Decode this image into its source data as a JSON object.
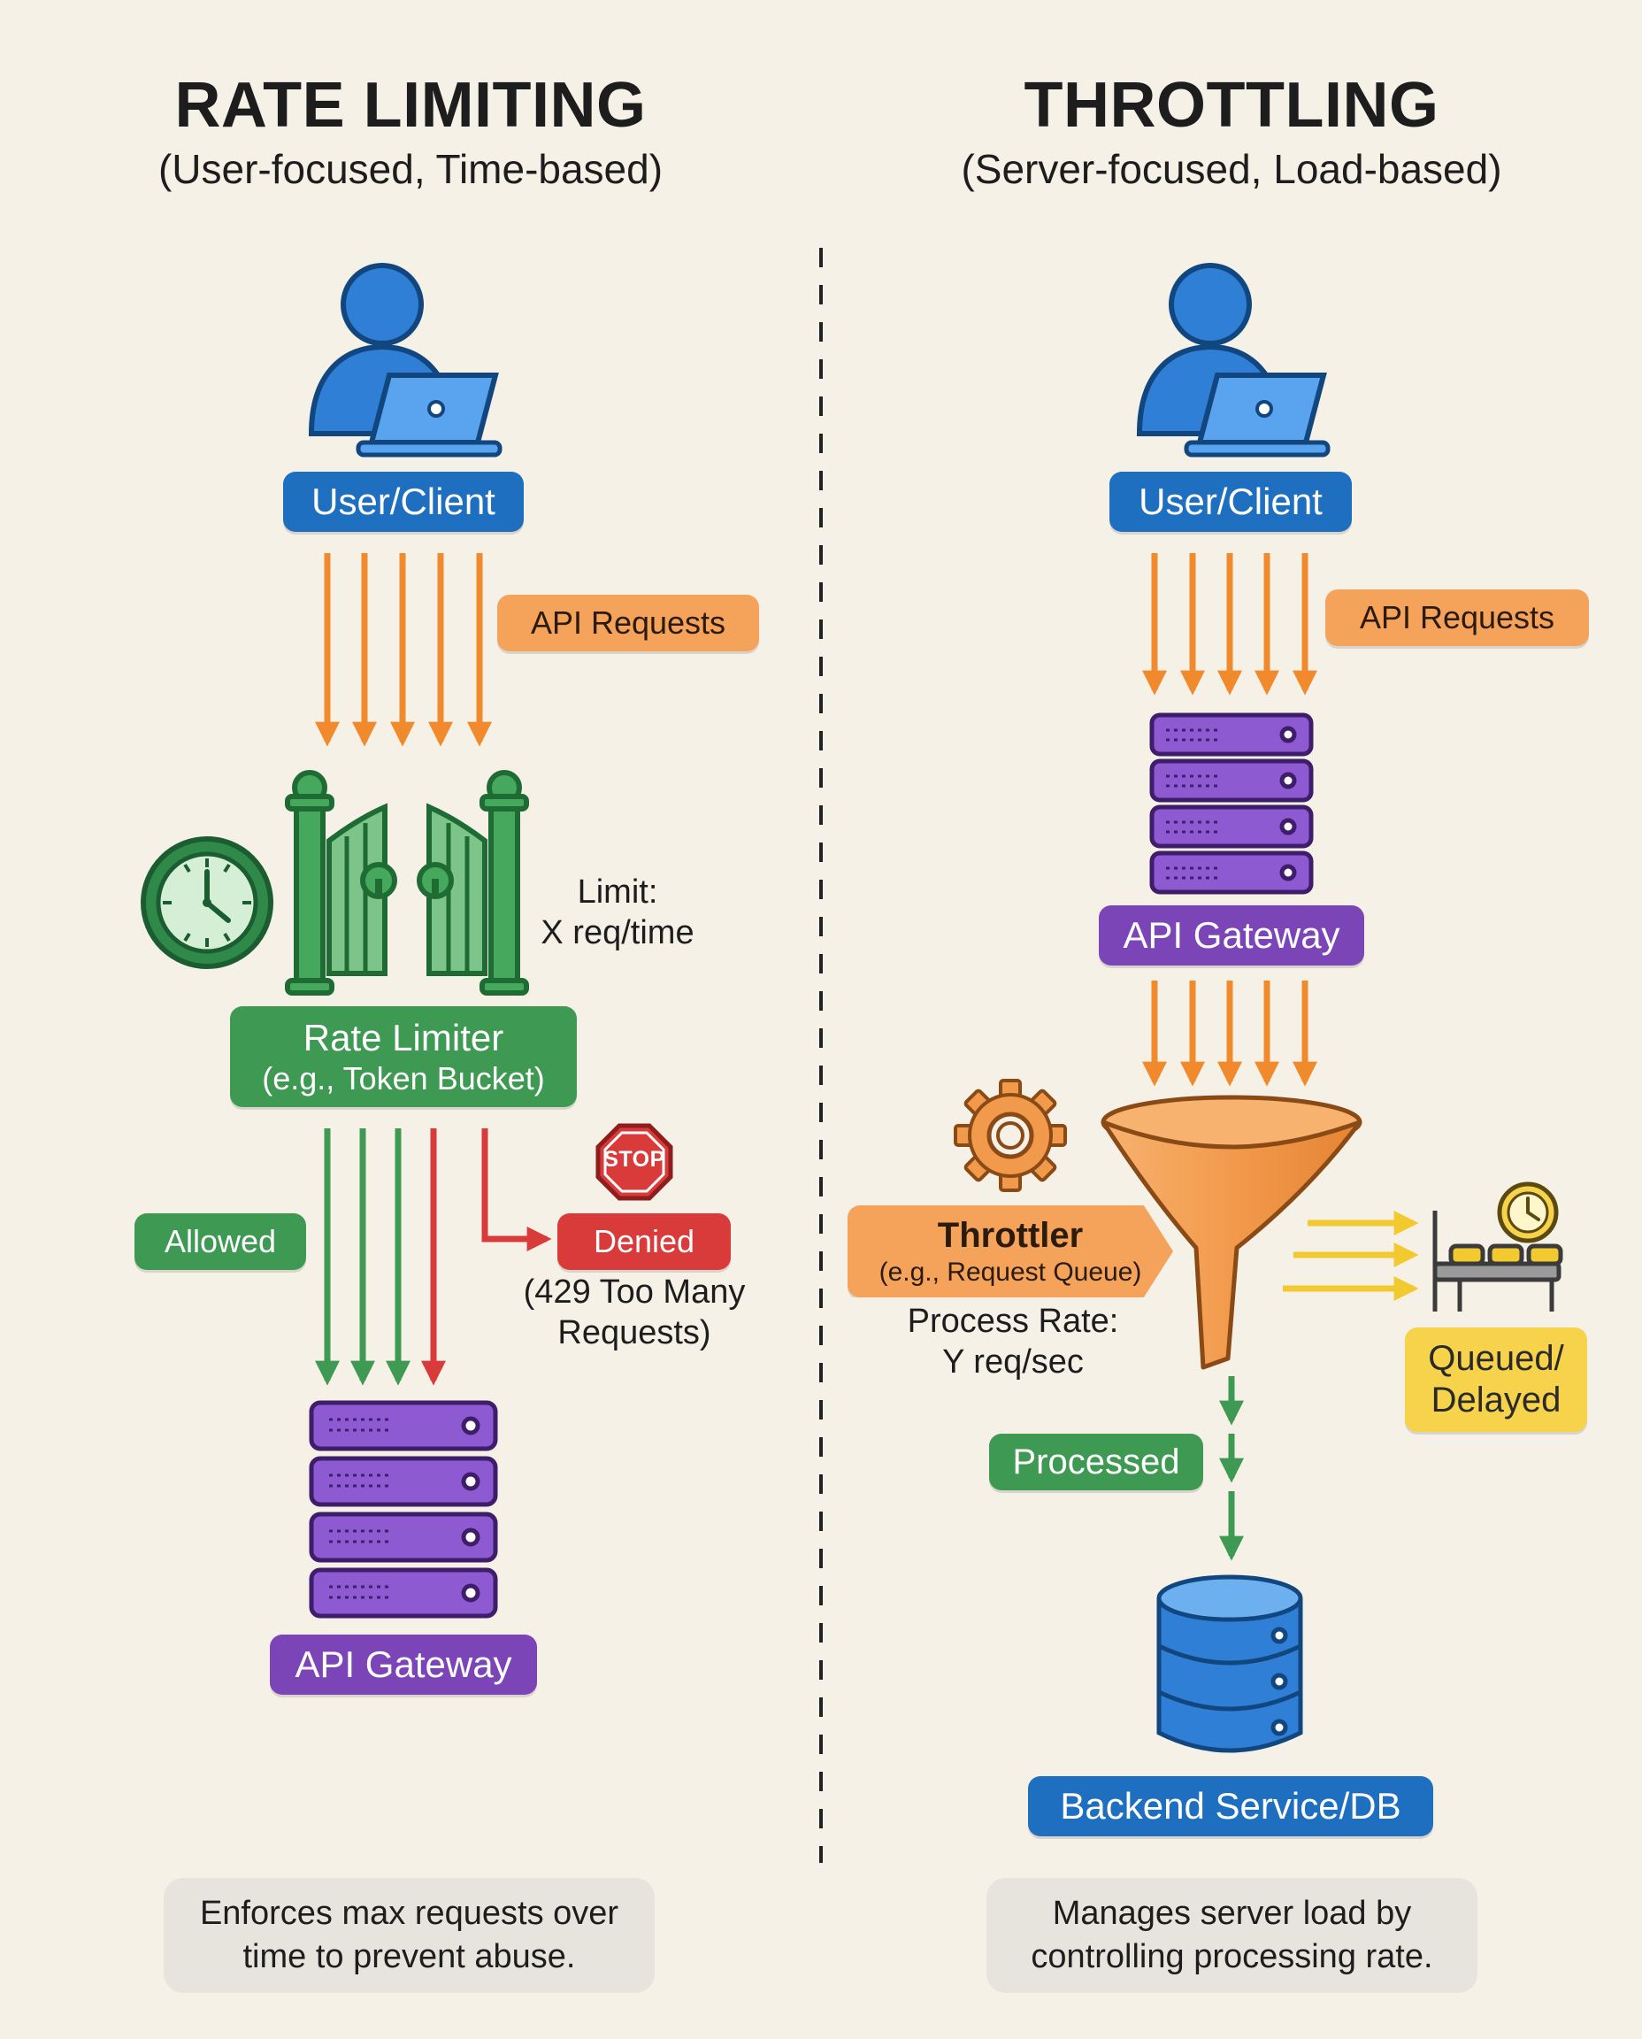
{
  "left": {
    "title": "RATE LIMITING",
    "subtitle": "(User-focused, Time-based)",
    "user_label": "User/Client",
    "requests_label": "API Requests",
    "limit_text": [
      "Limit:",
      "X req/time"
    ],
    "rate_limiter": [
      "Rate Limiter",
      "(e.g., Token Bucket)"
    ],
    "allowed_label": "Allowed",
    "stop_sign_text": "STOP",
    "denied_label": "Denied",
    "denied_note": [
      "(429 Too Many",
      "Requests)"
    ],
    "gateway_label": "API Gateway",
    "footer_note": [
      "Enforces max requests over",
      "time to prevent abuse."
    ]
  },
  "right": {
    "title": "THROTTLING",
    "subtitle": "(Server-focused, Load-based)",
    "user_label": "User/Client",
    "requests_label": "API Requests",
    "gateway_label": "API Gateway",
    "throttler": [
      "Throttler",
      "(e.g., Request Queue)"
    ],
    "process_rate": [
      "Process Rate:",
      "Y req/sec"
    ],
    "queued_label": [
      "Queued/",
      "Delayed"
    ],
    "processed_label": "Processed",
    "backend_label": "Backend Service/DB",
    "footer_note": [
      "Manages server load by",
      "controlling processing rate."
    ]
  },
  "colors": {
    "background": "#f6f1e7",
    "user_blue": "#1f6fc1",
    "request_orange": "#f5a35a",
    "limiter_green": "#3e9a53",
    "denied_red": "#d93a3a",
    "gateway_purple": "#7b45b8",
    "queued_yellow": "#f6d34a"
  }
}
